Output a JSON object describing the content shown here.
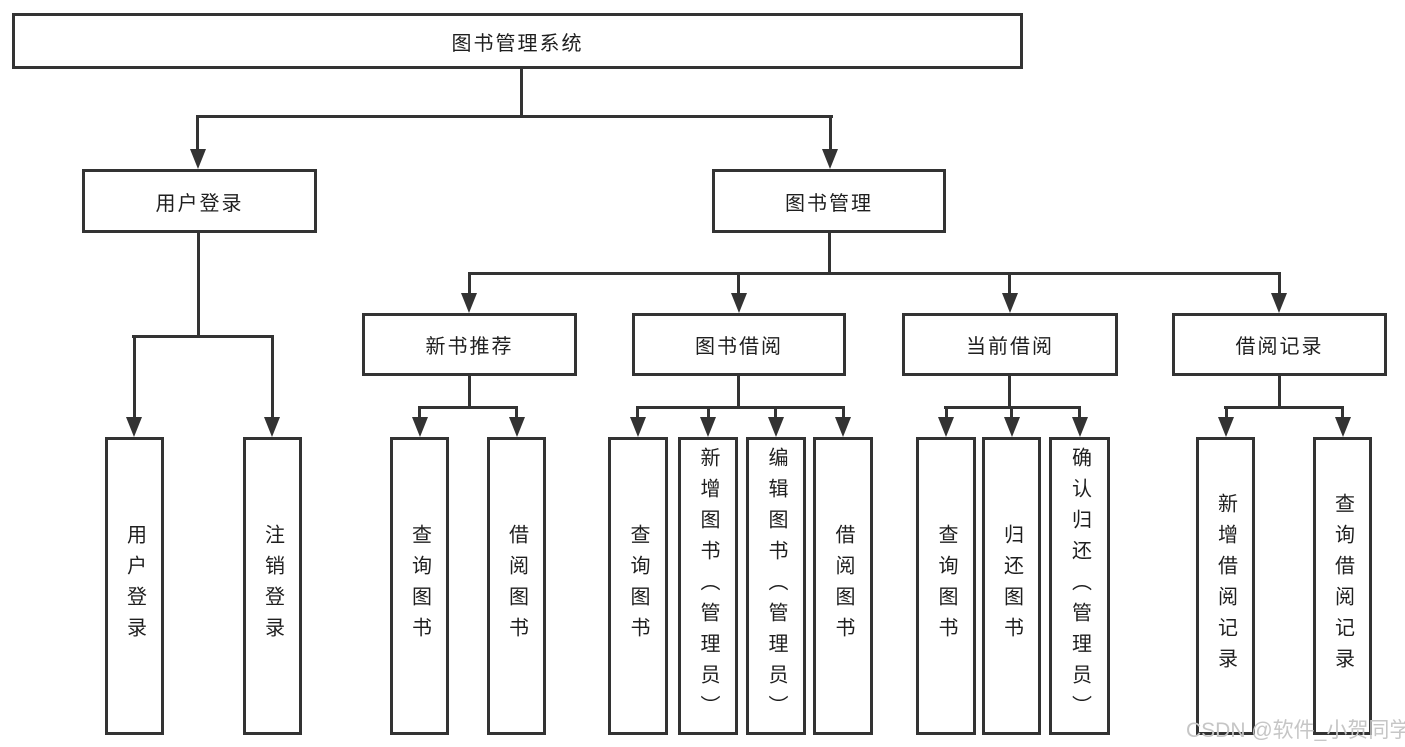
{
  "tree": {
    "root": {
      "label": "图书管理系统",
      "children": [
        {
          "label": "用户登录",
          "children": [
            {
              "label": "用户登录"
            },
            {
              "label": "注销登录"
            }
          ]
        },
        {
          "label": "图书管理",
          "children": [
            {
              "label": "新书推荐",
              "children": [
                {
                  "label": "查询图书"
                },
                {
                  "label": "借阅图书"
                }
              ]
            },
            {
              "label": "图书借阅",
              "children": [
                {
                  "label": "查询图书"
                },
                {
                  "label": "新增图书（管理员）"
                },
                {
                  "label": "编辑图书（管理员）"
                },
                {
                  "label": "借阅图书"
                }
              ]
            },
            {
              "label": "当前借阅",
              "children": [
                {
                  "label": "查询图书"
                },
                {
                  "label": "归还图书"
                },
                {
                  "label": "确认归还（管理员）"
                }
              ]
            },
            {
              "label": "借阅记录",
              "children": [
                {
                  "label": "新增借阅记录"
                },
                {
                  "label": "查询借阅记录"
                }
              ]
            }
          ]
        }
      ]
    }
  },
  "watermark": "CSDN @软件_小贺同学",
  "colors": {
    "line": "#333333",
    "text": "#1f1f1f",
    "box_background": "#ffffff",
    "watermark": "#c6c6c6",
    "background": "#ffffff"
  }
}
